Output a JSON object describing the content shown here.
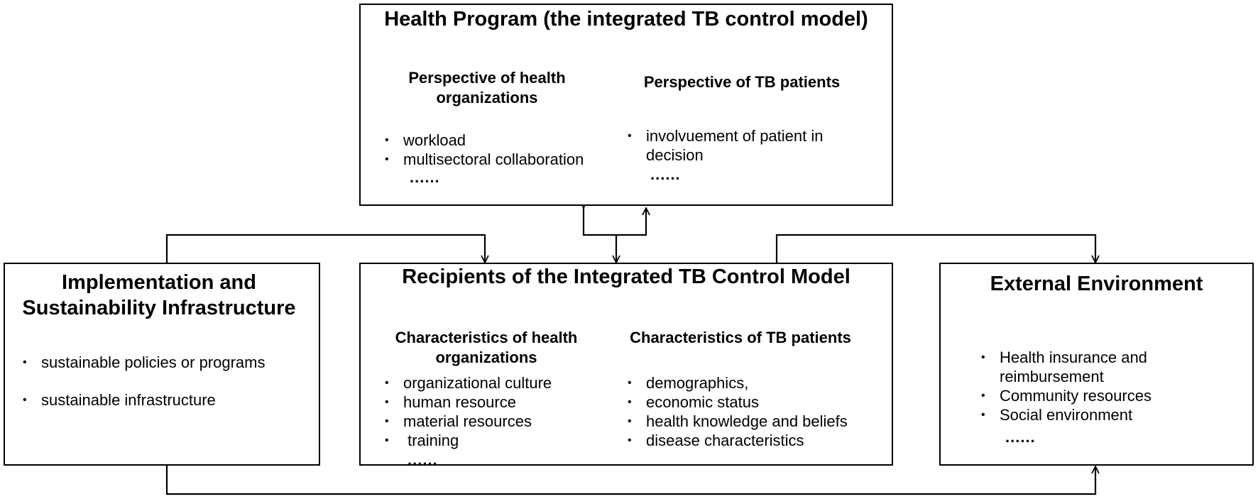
{
  "health_program": {
    "title": "Health Program (the integrated TB control model)",
    "left": {
      "heading": "Perspective of health organizations",
      "items": [
        "workload",
        "multisectoral collaboration"
      ],
      "ellipsis": "......"
    },
    "right": {
      "heading": "Perspective of TB patients",
      "items": [
        "involvuement of patient in decision"
      ],
      "ellipsis": "......"
    }
  },
  "implementation": {
    "title": "Implementation and Sustainability Infrastructure",
    "items": [
      "sustainable policies or programs",
      "sustainable infrastructure"
    ]
  },
  "recipients": {
    "title": "Recipients of the Integrated TB Control Model",
    "left": {
      "heading": "Characteristics of health organizations",
      "items": [
        "organizational culture",
        "human resource",
        "material resources",
        " training"
      ],
      "ellipsis": "......"
    },
    "right": {
      "heading": "Characteristics of TB patients",
      "items": [
        "demographics,",
        "economic status",
        "health knowledge and beliefs",
        "disease characteristics"
      ]
    }
  },
  "external": {
    "title": "External Environment",
    "items": [
      "Health insurance and reimbursement",
      "Community resources",
      "Social environment"
    ],
    "ellipsis": "......"
  },
  "colors": {
    "line": "#000000",
    "background": "#ffffff"
  },
  "icons": {
    "bullet": "bullet-dot",
    "arrowhead": "arrowhead"
  }
}
